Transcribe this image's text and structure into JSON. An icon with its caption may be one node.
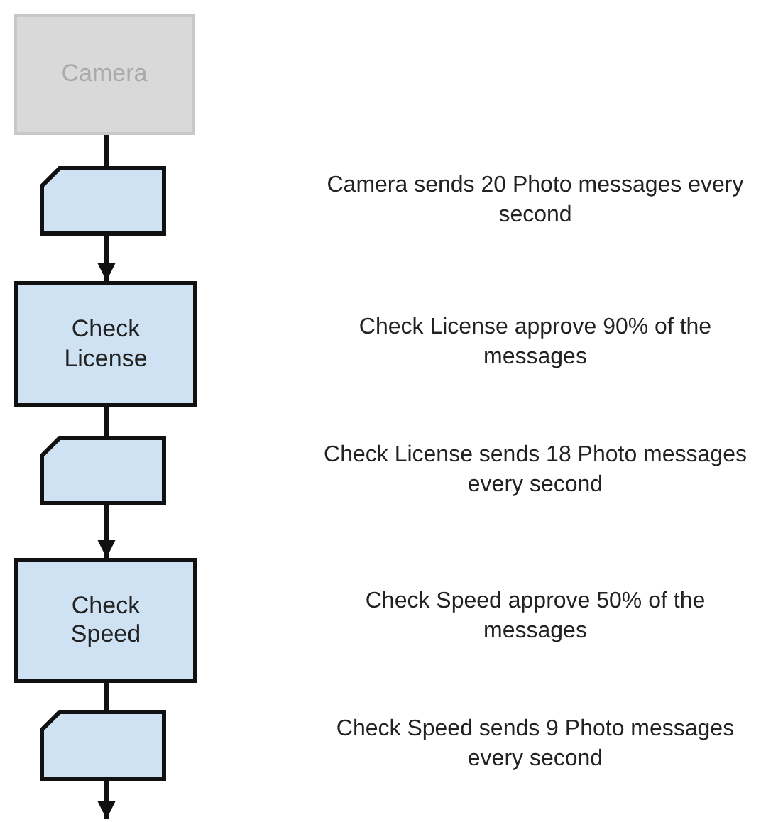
{
  "diagram": {
    "nodes": [
      {
        "text": [
          "Camera"
        ]
      },
      {
        "text": [],
        "shape": "card"
      },
      {
        "text": [
          "Check License"
        ]
      },
      {
        "text": [],
        "shape": "card"
      },
      {
        "text": [
          "Check Speed"
        ]
      },
      {
        "text": [],
        "shape": "card"
      }
    ],
    "edges": [
      {
        "from": 0,
        "to": 1,
        "arrow": "none"
      },
      {
        "from": 1,
        "to": 2,
        "arrow": "to"
      },
      {
        "from": 2,
        "to": 3,
        "arrow": "none"
      },
      {
        "from": 3,
        "to": 4,
        "arrow": "to"
      },
      {
        "from": 4,
        "to": 5,
        "arrow": "none"
      },
      {
        "from": 5,
        "to": null,
        "arrow": "to"
      }
    ],
    "labels": [
      "Camera sends 20 Photo messages every second",
      "Check License approve 90% of the messages",
      "Check License sends 18 Photo messages every second",
      "Check Speed approve 50% of the messages",
      "Check Speed sends 9 Photo messages every second"
    ]
  }
}
